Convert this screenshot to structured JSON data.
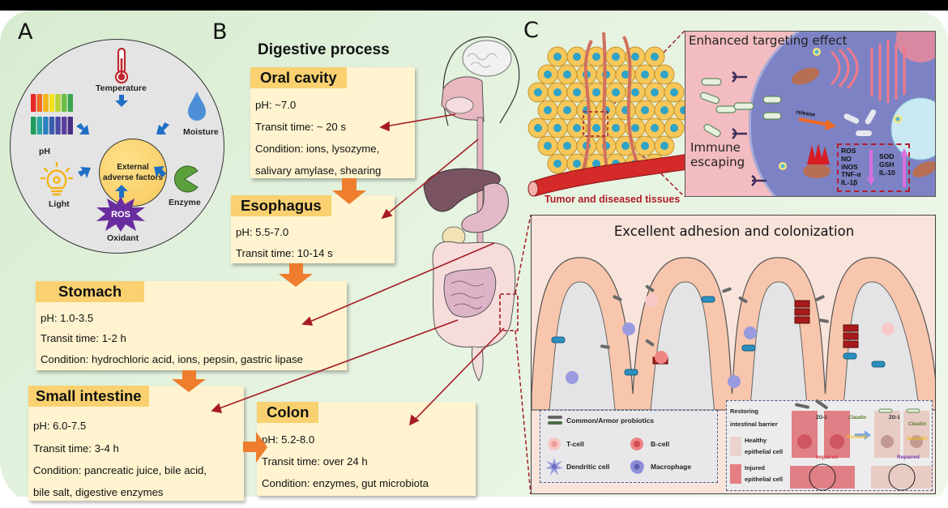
{
  "panels": {
    "a": {
      "letter": "A",
      "center_label": "External adverse factors",
      "factors": [
        {
          "label": "Temperature",
          "icon": "thermometer-icon",
          "color": "#c0272d"
        },
        {
          "label": "Moisture",
          "icon": "water-drop-icon",
          "color": "#4d8fd6"
        },
        {
          "label": "Enzyme",
          "icon": "enzyme-pacman-icon",
          "color": "#5aa03c"
        },
        {
          "label": "Oxidant",
          "icon": "ros-burst-icon",
          "badge": "ROS",
          "color": "#6a2d9f"
        },
        {
          "label": "Light",
          "icon": "lightbulb-icon",
          "color": "#f5b21a"
        },
        {
          "label": "pH",
          "icon": "ph-strip-icon"
        }
      ],
      "ph_strip_top_colors": [
        "#e8262a",
        "#f06a22",
        "#f9b31b",
        "#f4e11c",
        "#b7d433",
        "#6cbf45",
        "#3aa64d"
      ],
      "ph_strip_bottom_colors": [
        "#1f9c5b",
        "#2aa6a0",
        "#2c7fc2",
        "#3b5db0",
        "#4a4aa7",
        "#5a3f9f",
        "#4a2d86"
      ],
      "arrow_color": "#1f6fc5"
    },
    "b": {
      "letter": "B",
      "title": "Digestive process",
      "organs": [
        {
          "name": "Oral cavity",
          "lines": [
            "pH: ~7.0",
            "Transit time: ~ 20 s",
            "Condition:  ions,  lysozyme,",
            "salivary amylase, shearing"
          ]
        },
        {
          "name": "Esophagus",
          "lines": [
            "pH: 5.5-7.0",
            "Transit time: 10-14 s"
          ]
        },
        {
          "name": "Stomach",
          "lines": [
            "pH: 1.0-3.5",
            "Transit time: 1-2 h",
            "Condition: hydrochloric acid, ions, pepsin, gastric lipase"
          ]
        },
        {
          "name": "Small intestine",
          "lines": [
            "pH: 6.0-7.5",
            "Transit time: 3-4 h",
            "Condition: pancreatic juice, bile acid,",
            "bile salt, digestive enzymes"
          ]
        },
        {
          "name": "Colon",
          "lines": [
            "pH: 5.2-8.0",
            "Transit time: over 24 h",
            "Condition: enzymes, gut microbiota"
          ]
        }
      ],
      "flow_arrow_color": "#ee7d2e",
      "pointer_color": "#a51c24"
    },
    "c": {
      "letter": "C",
      "tumor_caption": "Tumor and diseased tissues",
      "targeting_label": "Enhanced targeting effect",
      "immune_label": "Immune escaping",
      "release_label": "release",
      "down_markers": [
        "ROS",
        "NO",
        "iNOS",
        "TNF-α",
        "IL-1β"
      ],
      "up_markers": [
        "SOD",
        "GSH",
        "IL-10"
      ],
      "villi_title": "Excellent adhesion and colonization",
      "legend": {
        "probiotics": "Common/Armor probiotics",
        "t_cell": "T-cell",
        "b_cell": "B-cell",
        "dendritic": "Dendritic cell",
        "macrophage": "Macrophage"
      },
      "barrier": {
        "title_1": "Restoring",
        "title_2": "intestinal barrier",
        "healthy_1": "Healthy",
        "healthy_2": "epithelial cell",
        "injured_1": "Injured",
        "injured_2": "epithelial cell",
        "zo1": "ZO-1",
        "claudin": "Claudin",
        "occludin": "Occludin",
        "impaired": "Impaired",
        "repaired": "Repaired"
      }
    }
  }
}
